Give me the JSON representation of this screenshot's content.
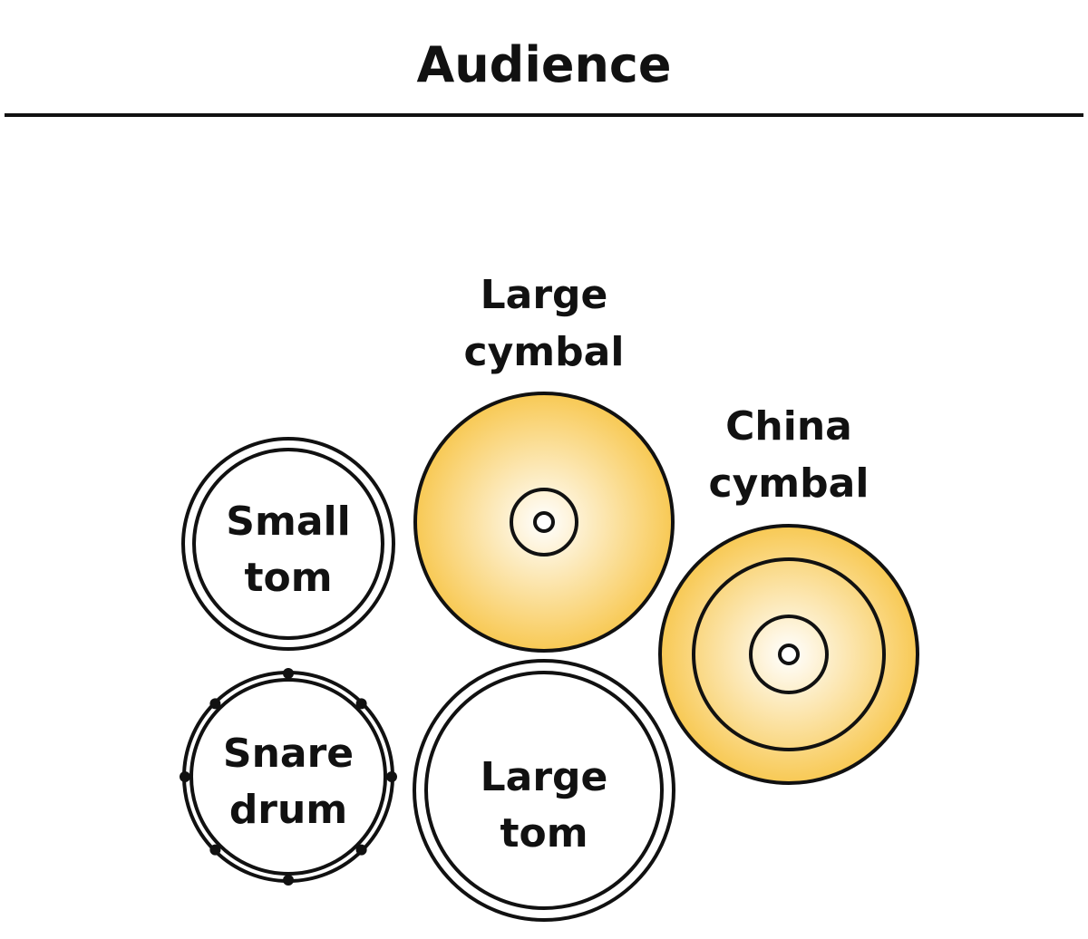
{
  "title": "Audience",
  "colors": {
    "cymbal_fill": "#f8c954",
    "cymbal_center": "#ffffff",
    "outline": "#111111",
    "background": "#ffffff"
  },
  "instruments": {
    "small_tom": {
      "line1": "Small",
      "line2": "tom"
    },
    "snare_drum": {
      "line1": "Snare",
      "line2": "drum"
    },
    "large_cymbal": {
      "line1": "Large",
      "line2": "cymbal"
    },
    "large_tom": {
      "line1": "Large",
      "line2": "tom"
    },
    "china_cymbal": {
      "line1": "China",
      "line2": "cymbal"
    }
  }
}
